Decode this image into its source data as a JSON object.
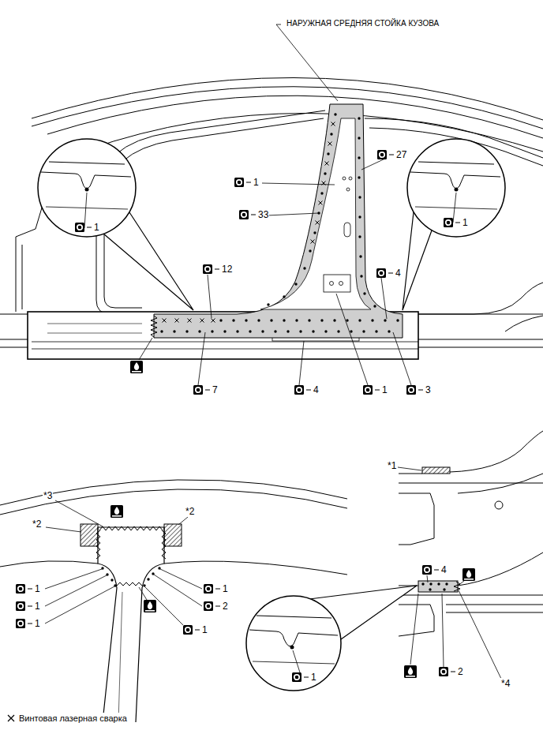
{
  "diagram": {
    "labels": [
      "НАРУЖНАЯ СРЕДНЯЯ СТОЙКА КУЗОВА",
      "27",
      "1",
      "1",
      "1",
      "33",
      "12",
      "4",
      "7",
      "4",
      "1",
      "3",
      "*3",
      "*2",
      "*2",
      "1",
      "1",
      "1",
      "1",
      "2",
      "1",
      "*1",
      "4",
      "2",
      "*4",
      "1"
    ],
    "legend": [
      {
        "text": "Винтовая лазерная сварка"
      }
    ]
  }
}
